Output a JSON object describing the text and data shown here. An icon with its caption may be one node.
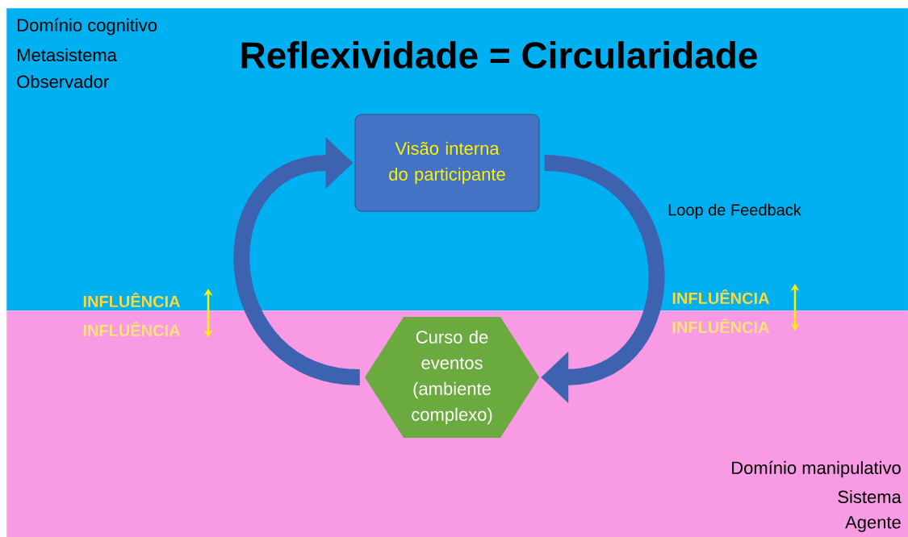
{
  "diagram": {
    "title": "Reflexividade = Circularidade",
    "nodes": [
      {
        "text": [
          "Domínio cognitivo",
          "Metasistema",
          "Observador"
        ]
      },
      {
        "text": [
          "Domínio manipulativo",
          "Sistema",
          "Agente"
        ]
      },
      {
        "text": [
          "Visão interna do participante"
        ],
        "in": 0
      },
      {
        "text": [
          "Curso de eventos (ambiente complexo)"
        ],
        "in": 1
      }
    ],
    "edges": [
      {
        "from": 2,
        "to": 3,
        "arrow": "to",
        "label": "Loop de Feedback"
      },
      {
        "from": 3,
        "to": 2,
        "arrow": "to"
      }
    ],
    "labels": [
      "INFLUÊNCIA",
      "INFLUÊNCIA",
      "INFLUÊNCIA",
      "INFLUÊNCIA"
    ]
  }
}
